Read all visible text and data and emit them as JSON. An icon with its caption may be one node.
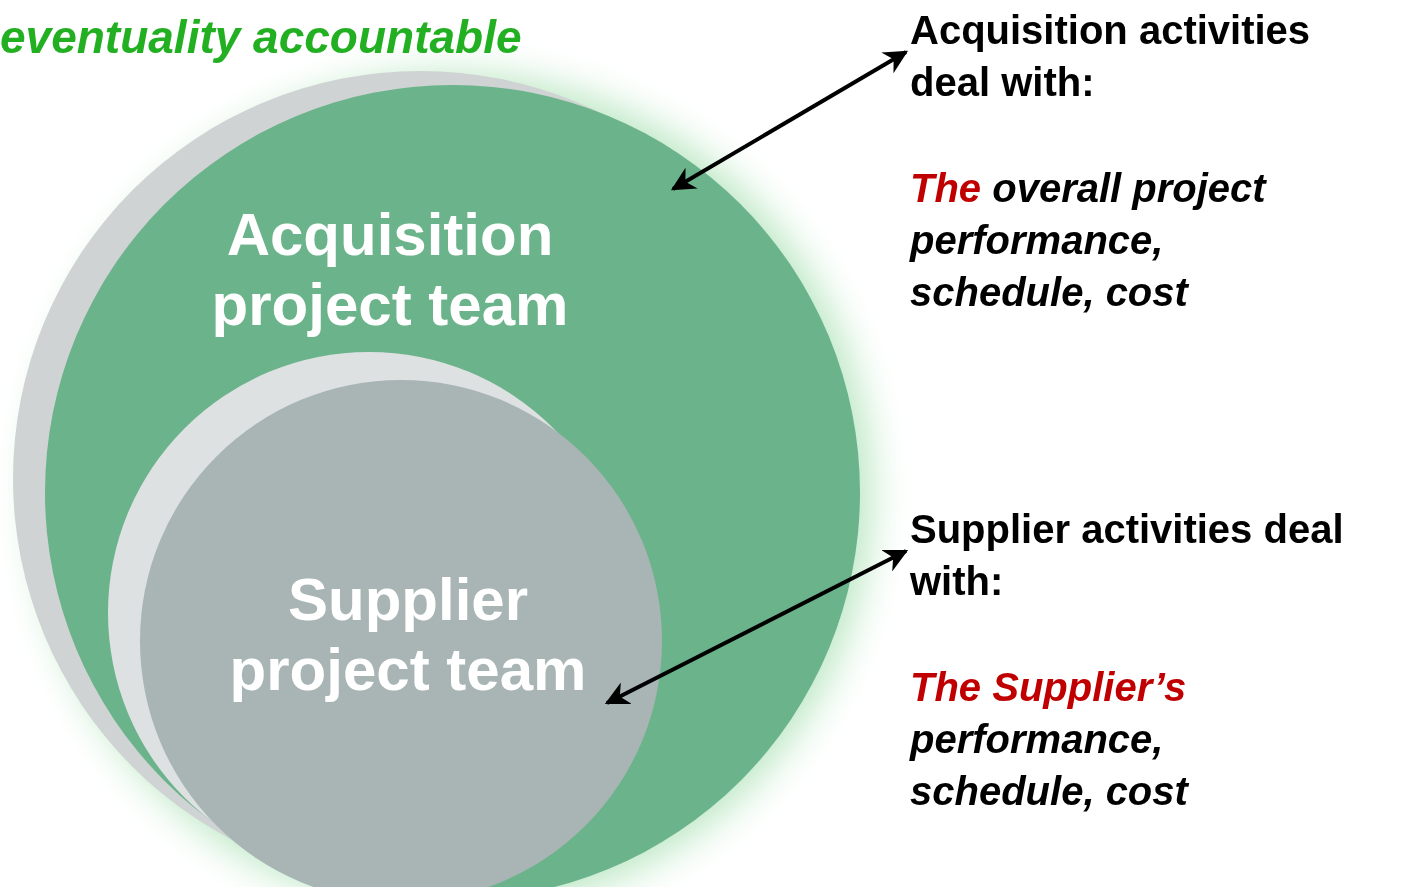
{
  "diagram": {
    "title": "eventuality accountable",
    "nodes": [
      {
        "text": [
          "Acquisition project team"
        ]
      },
      {
        "text": [
          "Supplier project team"
        ],
        "in": 0
      },
      {
        "text": [
          "Acquisition activities deal with:",
          "The overall project performance, schedule, cost"
        ]
      },
      {
        "text": [
          "Supplier activities deal with:",
          "The Supplier’s performance, schedule, cost"
        ]
      }
    ],
    "edges": [
      {
        "from": 2,
        "to": 0,
        "arrow": "both"
      },
      {
        "from": 3,
        "to": 1,
        "arrow": "both"
      }
    ]
  }
}
